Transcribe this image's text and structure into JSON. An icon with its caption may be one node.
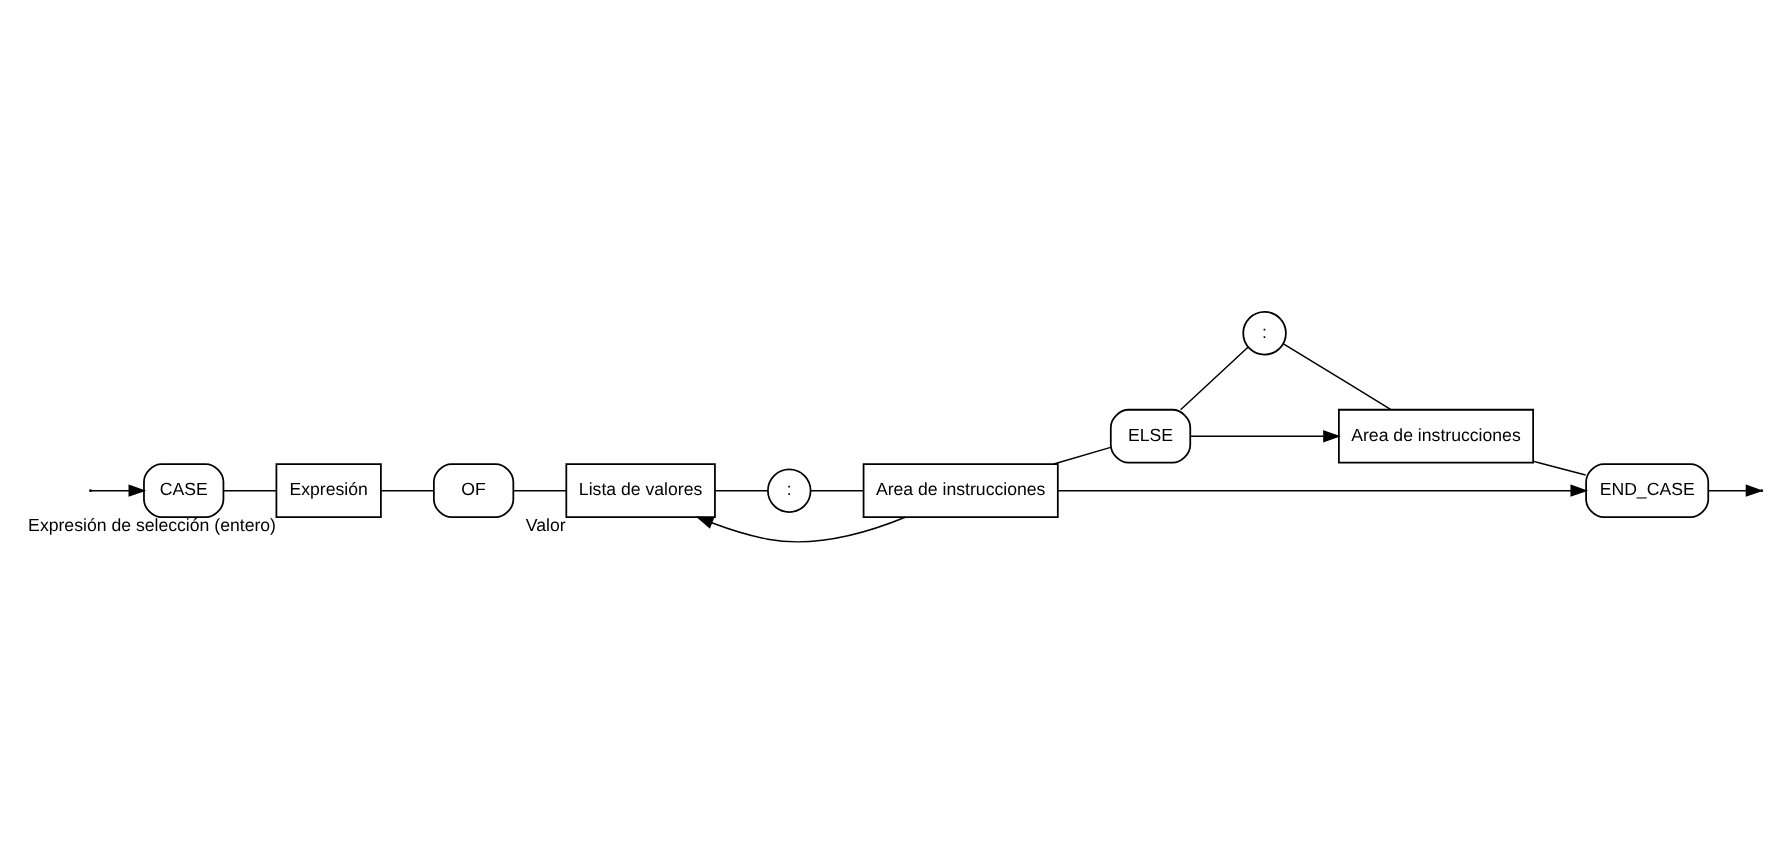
{
  "diagram": {
    "nodes": [
      {
        "text": [
          "CASE"
        ]
      },
      {
        "text": [
          "Expresión"
        ],
        "beside": [
          "Expresión de selección (entero)"
        ]
      },
      {
        "text": [
          "OF"
        ]
      },
      {
        "text": [
          "Lista de valores"
        ],
        "beside": [
          "Valor"
        ]
      },
      {
        "text": [
          ":"
        ]
      },
      {
        "text": [
          "Area de instrucciones"
        ]
      },
      {
        "text": [
          "ELSE"
        ]
      },
      {
        "text": [
          ":"
        ]
      },
      {
        "text": [
          "Area de instrucciones"
        ]
      },
      {
        "text": [
          "END_CASE"
        ]
      }
    ],
    "edges": [
      {
        "from": null,
        "to": 0,
        "arrow": "to"
      },
      {
        "from": 0,
        "to": 1,
        "arrow": "none"
      },
      {
        "from": 1,
        "to": 2,
        "arrow": "none"
      },
      {
        "from": 2,
        "to": 3,
        "arrow": "none"
      },
      {
        "from": 3,
        "to": 4,
        "arrow": "none"
      },
      {
        "from": 4,
        "to": 5,
        "arrow": "none"
      },
      {
        "from": 5,
        "to": 3,
        "arrow": "to"
      },
      {
        "from": 5,
        "to": 6,
        "arrow": "none"
      },
      {
        "from": 5,
        "to": 9,
        "arrow": "to"
      },
      {
        "from": 6,
        "to": 7,
        "arrow": "none"
      },
      {
        "from": 6,
        "to": 8,
        "arrow": "to"
      },
      {
        "from": 7,
        "to": 8,
        "arrow": "none"
      },
      {
        "from": 8,
        "to": 9,
        "arrow": "none"
      },
      {
        "from": 9,
        "to": null,
        "arrow": "to"
      }
    ]
  }
}
